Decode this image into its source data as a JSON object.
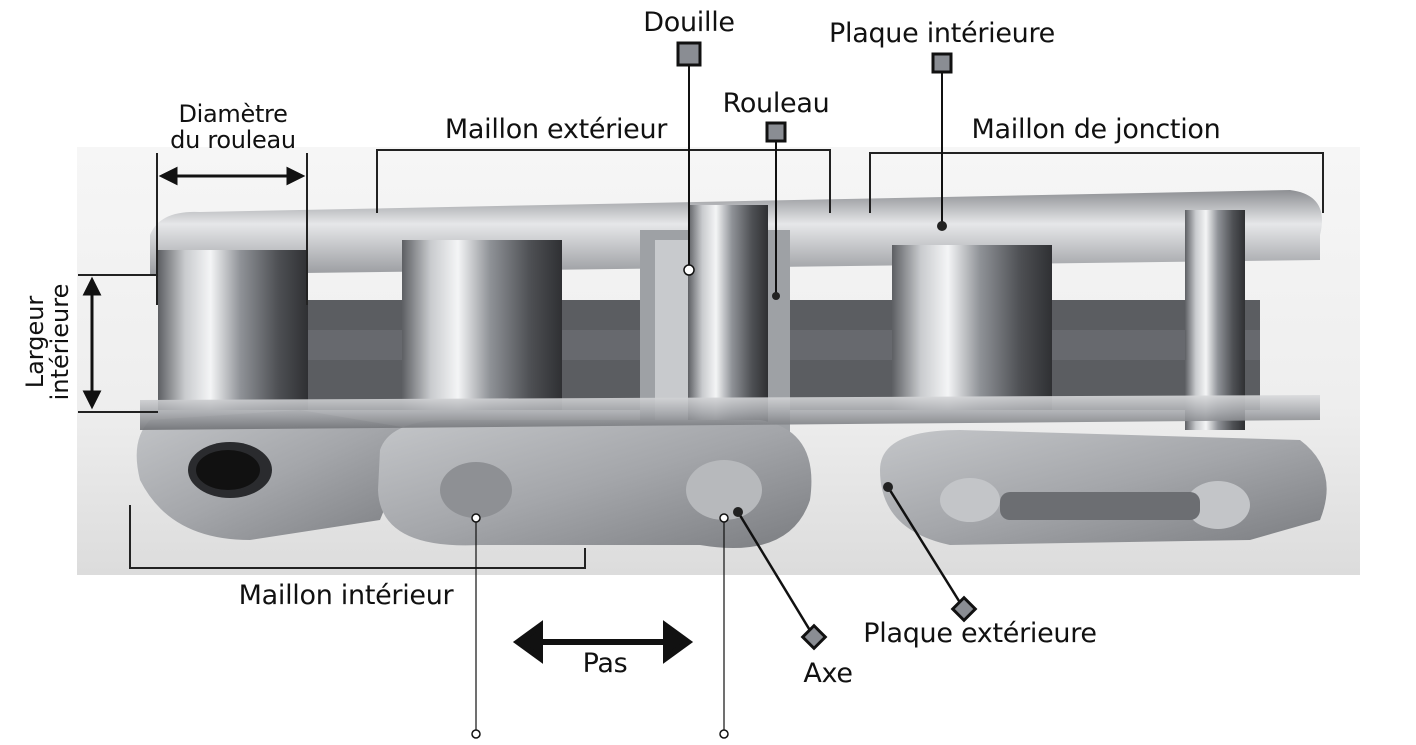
{
  "labels": {
    "douille": "Douille",
    "plaque_interieure": "Plaque intérieure",
    "rouleau": "Rouleau",
    "maillon_exterieur": "Maillon extérieur",
    "maillon_jonction": "Maillon de jonction",
    "diametre_line1": "Diamètre",
    "diametre_line2": "du rouleau",
    "largeur_line1": "Largeur",
    "largeur_line2": "intérieure",
    "maillon_interieur": "Maillon intérieur",
    "pas": "Pas",
    "axe": "Axe",
    "plaque_exterieure": "Plaque extérieure"
  },
  "colors": {
    "text": "#111111",
    "marker": "#8a8d93",
    "bracket": "#222222"
  }
}
